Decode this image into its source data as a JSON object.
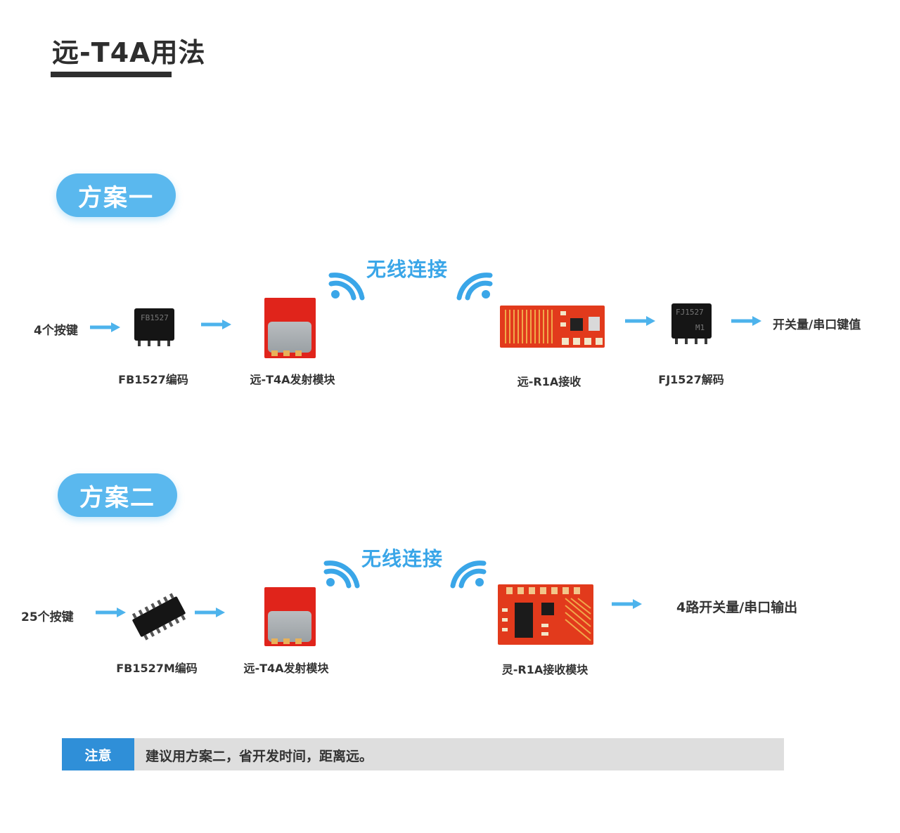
{
  "title": "远-T4A用法",
  "scheme1": {
    "label": "方案一",
    "input": "4个按键",
    "encoder_chip_text": "FB1527",
    "encoder_label": "FB1527编码",
    "transmitter_label": "远-T4A发射模块",
    "wireless": "无线连接",
    "receiver_label": "远-R1A接收",
    "decoder_chip_text_1": "FJ1527",
    "decoder_chip_text_2": "M1",
    "decoder_label": "FJ1527解码",
    "output": "开关量/串口键值"
  },
  "scheme2": {
    "label": "方案二",
    "input": "25个按键",
    "encoder_label": "FB1527M编码",
    "transmitter_label": "远-T4A发射模块",
    "wireless": "无线连接",
    "receiver_label": "灵-R1A接收模块",
    "output": "4路开关量/串口输出"
  },
  "note": {
    "label": "注意",
    "text": "建议用方案二，省开发时间，距离远。"
  },
  "colors": {
    "accent_blue": "#5ab8ee",
    "arrow_blue": "#4db3ec",
    "module_red": "#e0241b",
    "note_blue": "#2f8fd8"
  }
}
